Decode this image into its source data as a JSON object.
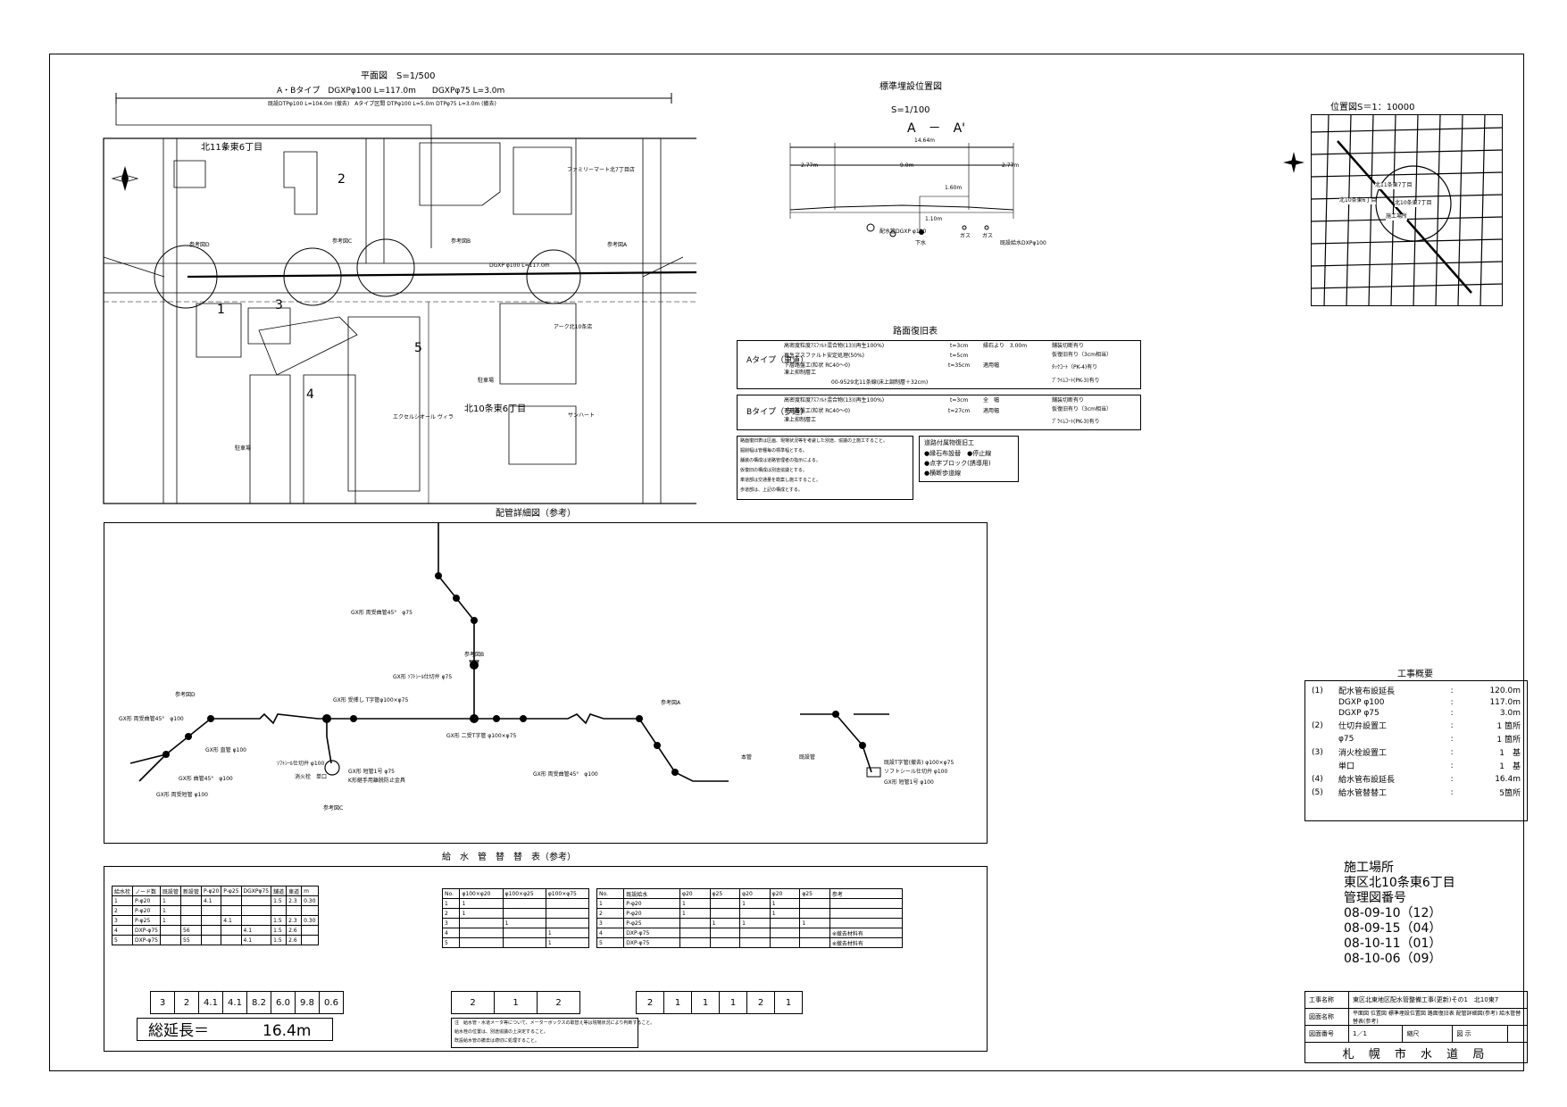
{
  "plan": {
    "title": "平面図　S=1/500",
    "dim_top": "A・Bタイプ　DGXPφ100 L=117.0m　　DGXPφ75 L=3.0m",
    "dim_sub": "既設DTPφ100 L=104.0m (撤去)　Aタイプ区間 DTPφ100 L=5.0m DTPφ75 L=3.0m (撤去)",
    "blocks": {
      "b1": "北11条東6丁目",
      "b2": "北10条東6丁目"
    },
    "lots": [
      "1",
      "2",
      "3",
      "4",
      "5"
    ],
    "buildings": [
      "ファミリーマート北7丁目店",
      "アーク北10条店",
      "駐車場",
      "エクセルシオール ヴィラ",
      "サンハート",
      "駐車場"
    ],
    "refs": [
      "参考図D",
      "参考図C",
      "参考図B",
      "参考図A"
    ],
    "pipe_label": "DGXP φ100 L=117.0m"
  },
  "section": {
    "title": "標準埋設位置図",
    "scale": "S=1/100",
    "name": "A　－　A'",
    "total": "14.64m",
    "d1": "2.77m",
    "d2": "9.0m",
    "d3": "2.77m",
    "d4": "1.60m",
    "depth": "1.10m",
    "labels": [
      "配水管DGXP φ100",
      "下水",
      "ガス",
      "ガス",
      "既設給水DXPφ100"
    ]
  },
  "location": {
    "title": "位置図S＝1：10000",
    "labels": [
      "北11条東7丁目",
      "北10条東6丁目",
      "北10条東7丁目",
      "施工場所"
    ]
  },
  "restore": {
    "title": "路面復旧表",
    "rows": [
      {
        "type": "Aタイプ（車道）",
        "items": [
          "高密度粒度ｱｽﾌｧﾙﾄ混合物(13)(再生100%)",
          "再生アスファルト安定処理(50%)",
          "下層路盤工(粒状 RC40～0)",
          "凍上抑制層工"
        ],
        "thk": [
          "t=3cm",
          "t=5cm",
          "t=35cm"
        ],
        "note": "縁石より　3.00m",
        "w": "適用幅",
        "tack": [
          "舗装切断有り",
          "仮復旧有り（3cm相当）",
          "ﾀｯｸｺｰﾄ（PK-4)有り",
          "ﾌﾟﾗｲﾑｺｰﾄ(PK-3)有り"
        ],
        "extra": "00-9529北11条線(床上調制層＋32cm)"
      },
      {
        "type": "Bタイプ（歩道）",
        "items": [
          "高密度粒度ｱｽﾌｧﾙﾄ混合物(13)(再生100%)",
          "下層路盤工(粒状 RC40～0)",
          "凍上抑制層工"
        ],
        "thk": [
          "t=3cm",
          "t=27cm"
        ],
        "note": "全　幅",
        "w": "適用幅",
        "tack": [
          "舗装切断有り",
          "仮復旧有り（3cm相当）",
          "ﾌﾟﾗｲﾑｺｰﾄ(PK-3)有り"
        ]
      }
    ],
    "notes": [
      "路面復旧表は区画、現場状況等を考慮した別途、協議の上施工すること。",
      "掘削幅は管種毎の標準幅とする。",
      "舗装の構成は道路管理者の指示による。",
      "仮復旧の構成は別途協議とする。",
      "車道部は交通量を勘案し施工すること。",
      "歩道部は、上記の構成とする。"
    ],
    "misc_title": "道路付属物復旧工",
    "misc": [
      "●縁石布設替　●停止線",
      "●点字ブロック(誘導用)",
      "●横断歩道線"
    ]
  },
  "detail": {
    "title": "配管詳細図（参考）",
    "refs": [
      "参考図D",
      "参考図C",
      "参考図B",
      "参考図A"
    ],
    "labels": [
      "GX形 両受曲管45°　φ75",
      "GX形 ｿﾌﾄｼｰﾙ仕切弁 φ75",
      "GX形 受挿し T字管φ100×φ75",
      "GX形 二受T字管 φ100×φ75",
      "GX形 両受曲管45°　φ100",
      "GX形 直管 φ100",
      "GX形 両受曲管45°　φ100",
      "GX形 曲管45°　φ100",
      "GX形 両受短管 φ100",
      "ｿﾌﾄｼｰﾙ仕切弁 φ100",
      "消火栓　単口",
      "既設管",
      "本管",
      "既設T字管(撤去) φ100×φ75",
      "ソフトシール仕切弁 φ100",
      "GX形 短管1号 φ100",
      "GX形 短管1号 φ75",
      "K形継手用離脱防止金具"
    ]
  },
  "overview": {
    "title": "工事概要",
    "rows": [
      {
        "no": "(1)",
        "name": "配水管布設延長",
        "sep": ":",
        "val": "120.0m"
      },
      {
        "no": "",
        "name": "DGXP φ100",
        "sep": ":",
        "val": "117.0m"
      },
      {
        "no": "",
        "name": "DGXP φ75",
        "sep": ":",
        "val": "3.0m"
      },
      {
        "no": "(2)",
        "name": "仕切弁設置工",
        "sep": ":",
        "val": "1 箇所"
      },
      {
        "no": "",
        "name": "φ75",
        "sep": ":",
        "val": "1 箇所"
      },
      {
        "no": "(3)",
        "name": "消火栓設置工",
        "sep": ":",
        "val": "1　基"
      },
      {
        "no": "",
        "name": "単口",
        "sep": ":",
        "val": "1　基"
      },
      {
        "no": "(4)",
        "name": "給水管布設延長",
        "sep": ":",
        "val": "16.4m"
      },
      {
        "no": "(5)",
        "name": "給水管替替工",
        "sep": ":",
        "val": "5箇所"
      }
    ]
  },
  "site": {
    "label": "施工場所",
    "address": "東区北10条東6丁目",
    "ctrl": "管理図番号",
    "nums": [
      "08-09-10（12）",
      "08-09-15（04）",
      "08-10-11（01）",
      "08-10-06（09）"
    ]
  },
  "titleblock": {
    "k1": "工事名称",
    "v1": "東区北東地区配水管整備工事(更新)その1　北10東7",
    "k2": "図面名称",
    "v2": "平面図 位置図 標準埋設位置図 路面復旧表 配管詳細図(参考) 給水管替替表(参考)",
    "k3": "図面番号",
    "v3": "1／1",
    "k4": "縮尺",
    "k5": "図 示",
    "org": "札 幌 市 水 道 局"
  },
  "supply": {
    "title": "給　水　管　替　替　表（参考）",
    "h_left": [
      "給水栓",
      "No.",
      "既設給水",
      "ノード数",
      "既設管",
      "新設管"
    ],
    "rows": [
      [
        "1",
        "P-φ20",
        "1",
        "",
        "4.1",
        "",
        "",
        "1.5",
        "2.3",
        "0.30"
      ],
      [
        "2",
        "P-φ20",
        "1",
        "",
        "",
        "",
        "",
        "",
        "",
        ""
      ],
      [
        "3",
        "P-φ25",
        "1",
        "",
        "",
        "4.1",
        "",
        "1.5",
        "2.3",
        "0.30"
      ],
      [
        "4",
        "DXP-φ75",
        "",
        "56",
        "",
        "",
        "4.1",
        "1.5",
        "2.6",
        ""
      ],
      [
        "5",
        "DXP-φ75",
        "",
        "55",
        "",
        "",
        "4.1",
        "1.5",
        "2.6",
        ""
      ]
    ],
    "sum1": [
      "3",
      "2",
      "4.1",
      "4.1",
      "8.2",
      "6.0",
      "9.8",
      "0.6"
    ],
    "sum2": [
      "2",
      "1",
      "2"
    ],
    "sum3": [
      "2",
      "1",
      "1",
      "1",
      "2",
      "1"
    ],
    "total_label": "総延長＝",
    "total_value": "16.4m",
    "notes": [
      "注　給水管・水道メータ等について、メーターボックスの取替え等は現場状況により判断すること。",
      "給水栓の位置は、別途協議の上決定すること。",
      "既設給水管の撤去は適切に処理すること。"
    ],
    "right_note": "※撤去材料有"
  }
}
